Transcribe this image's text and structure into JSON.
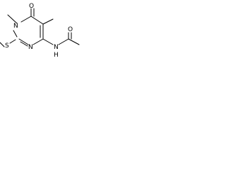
{
  "molecule": {
    "atoms": {
      "carbonyl_oxygen": "O",
      "ring_nitrogen_1": "N",
      "ring_nitrogen_3": "N",
      "sulfur": "S",
      "amide_nitrogen": "N",
      "amide_hydrogen": "H",
      "acetyl_oxygen": "O"
    }
  }
}
